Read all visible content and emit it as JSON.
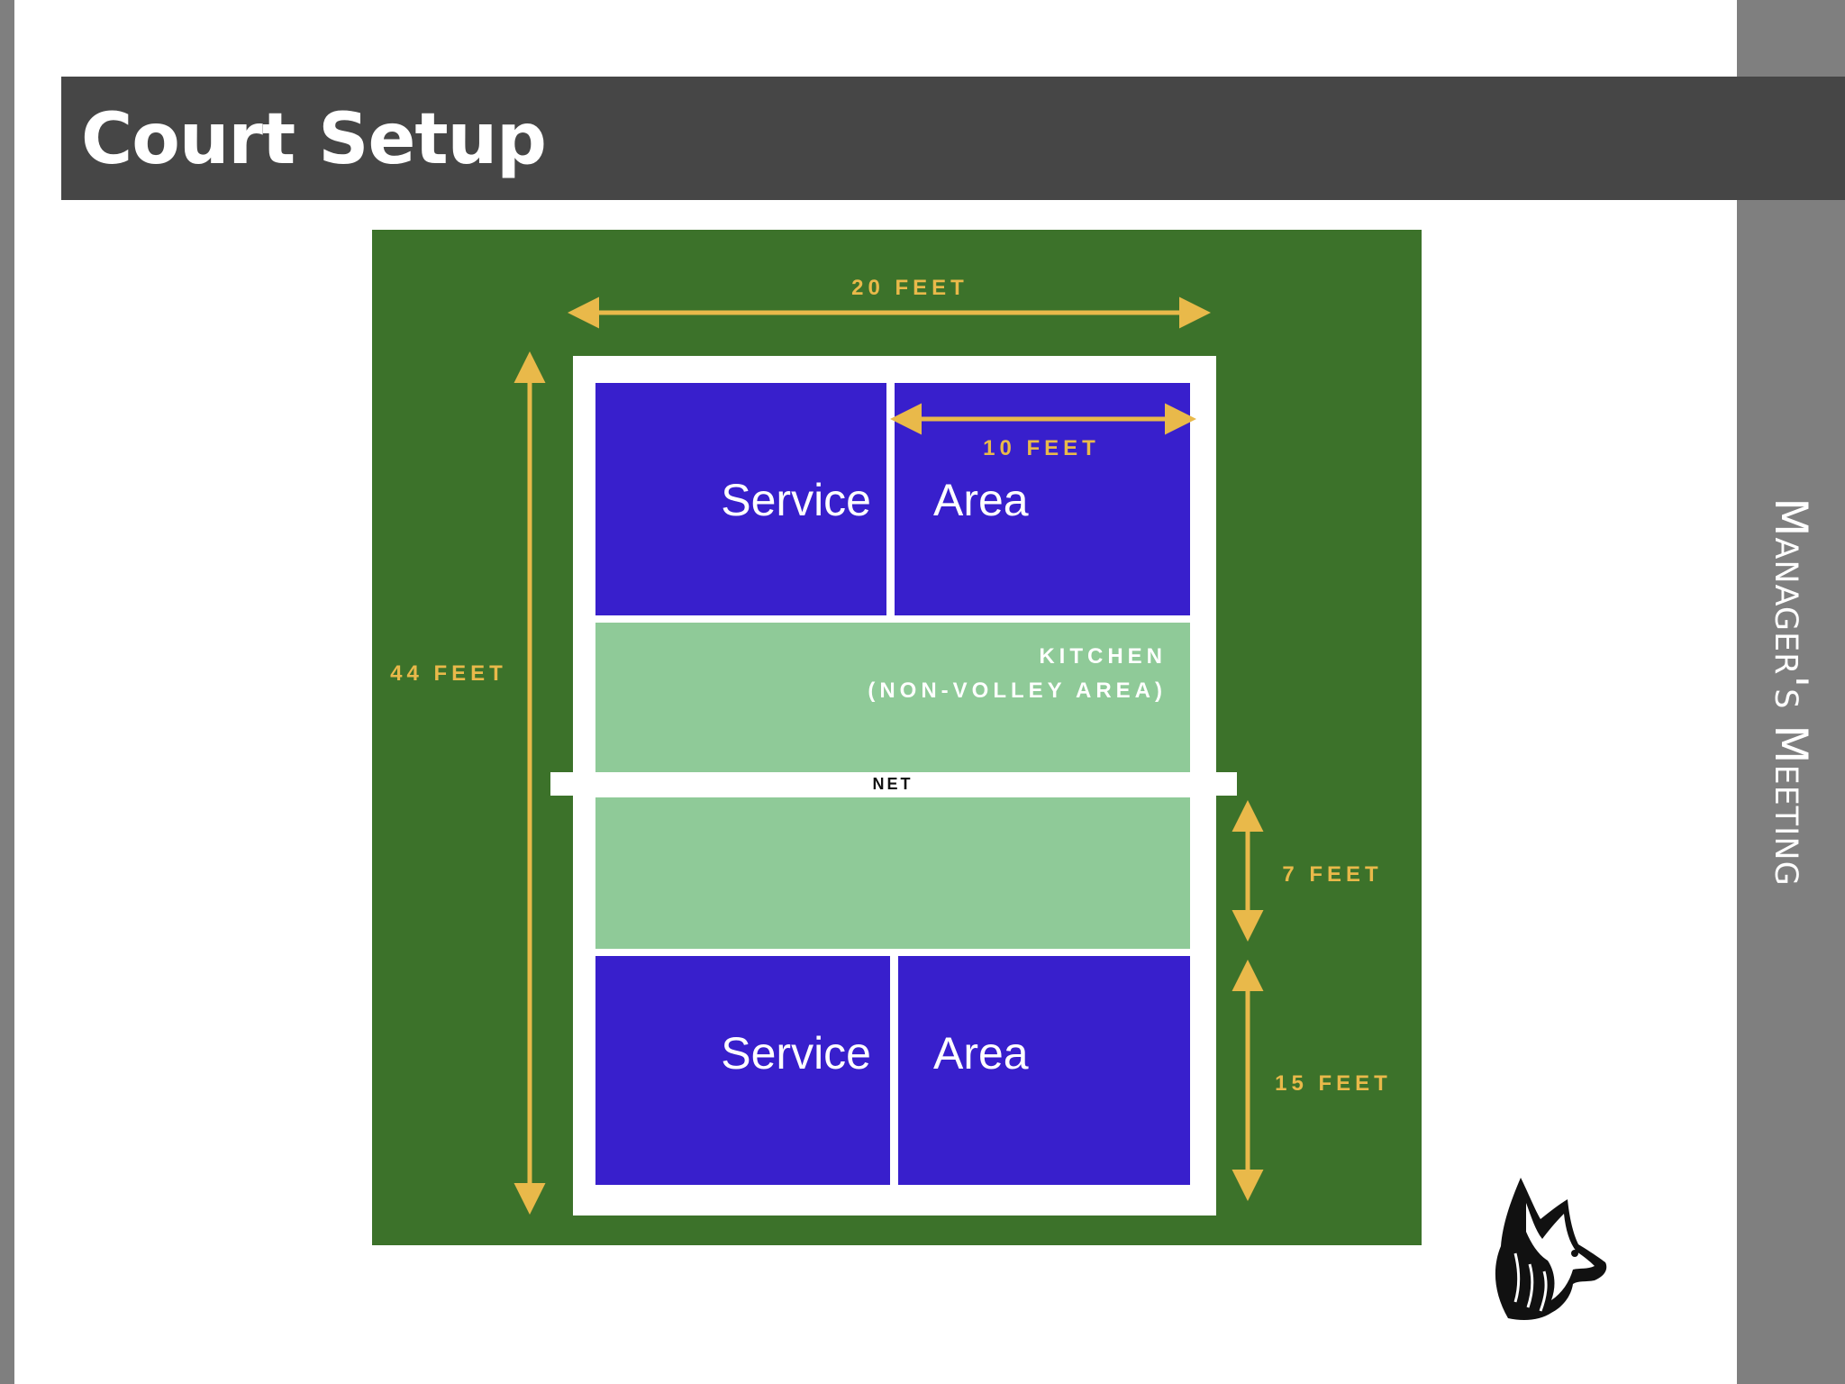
{
  "slide": {
    "title": "Court Setup",
    "side_label": "Manager's Meeting"
  },
  "diagram": {
    "colors": {
      "field": "#3c722a",
      "boundary": "#ffffff",
      "service_area": "#381fcc",
      "kitchen": "#8fca98",
      "dimension": "#e9b94a",
      "net_text": "#111111"
    },
    "dimensions": {
      "width": "20 FEET",
      "length": "44 FEET",
      "service_half_width": "10 FEET",
      "kitchen_depth": "7 FEET",
      "service_depth": "15 FEET"
    },
    "labels": {
      "service_word": "Service",
      "area_word": "Area",
      "kitchen_line1": "KITCHEN",
      "kitchen_line2": "(NON-VOLLEY AREA)",
      "net": "NET"
    }
  },
  "logo": {
    "icon": "husky-head-icon"
  }
}
